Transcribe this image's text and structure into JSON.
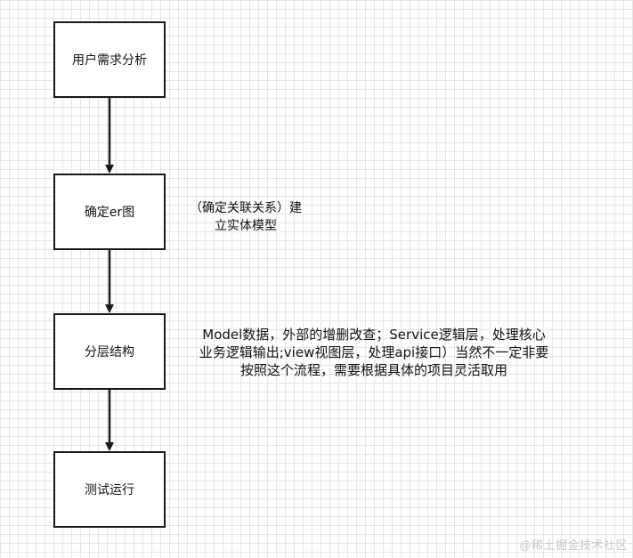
{
  "diagram": {
    "steps": [
      {
        "label": "用户需求分析"
      },
      {
        "label": "确定er图"
      },
      {
        "label": "分层结构"
      },
      {
        "label": "测试运行"
      }
    ],
    "annotations": [
      {
        "lines": [
          "（确定关联关系）建",
          "立实体模型"
        ]
      },
      {
        "lines": [
          "Model数据，外部的增删改查；Service逻辑层，处理核心",
          "业务逻辑输出;view视图层，处理api接口）当然不一定非要",
          "按照这个流程，需要根据具体的项目灵活取用"
        ]
      }
    ]
  },
  "watermark": "@稀土掘金技术社区",
  "colors": {
    "box_border": "#1a1a1a",
    "arrow": "#1a1a1a",
    "grid": "#e6e6e6",
    "watermark": "#c8c8c8"
  }
}
